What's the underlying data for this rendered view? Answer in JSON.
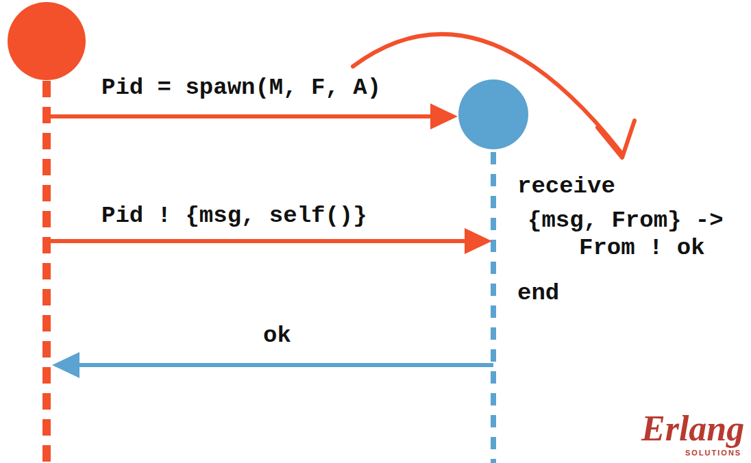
{
  "diagram": {
    "labels": [
      "Pid = spawn(M, F, A)",
      "Pid ! {msg, self()}",
      "receive",
      "{msg, From} ->",
      "From ! ok",
      "end",
      "ok",
      "Erlang",
      "SOLUTIONS"
    ]
  }
}
